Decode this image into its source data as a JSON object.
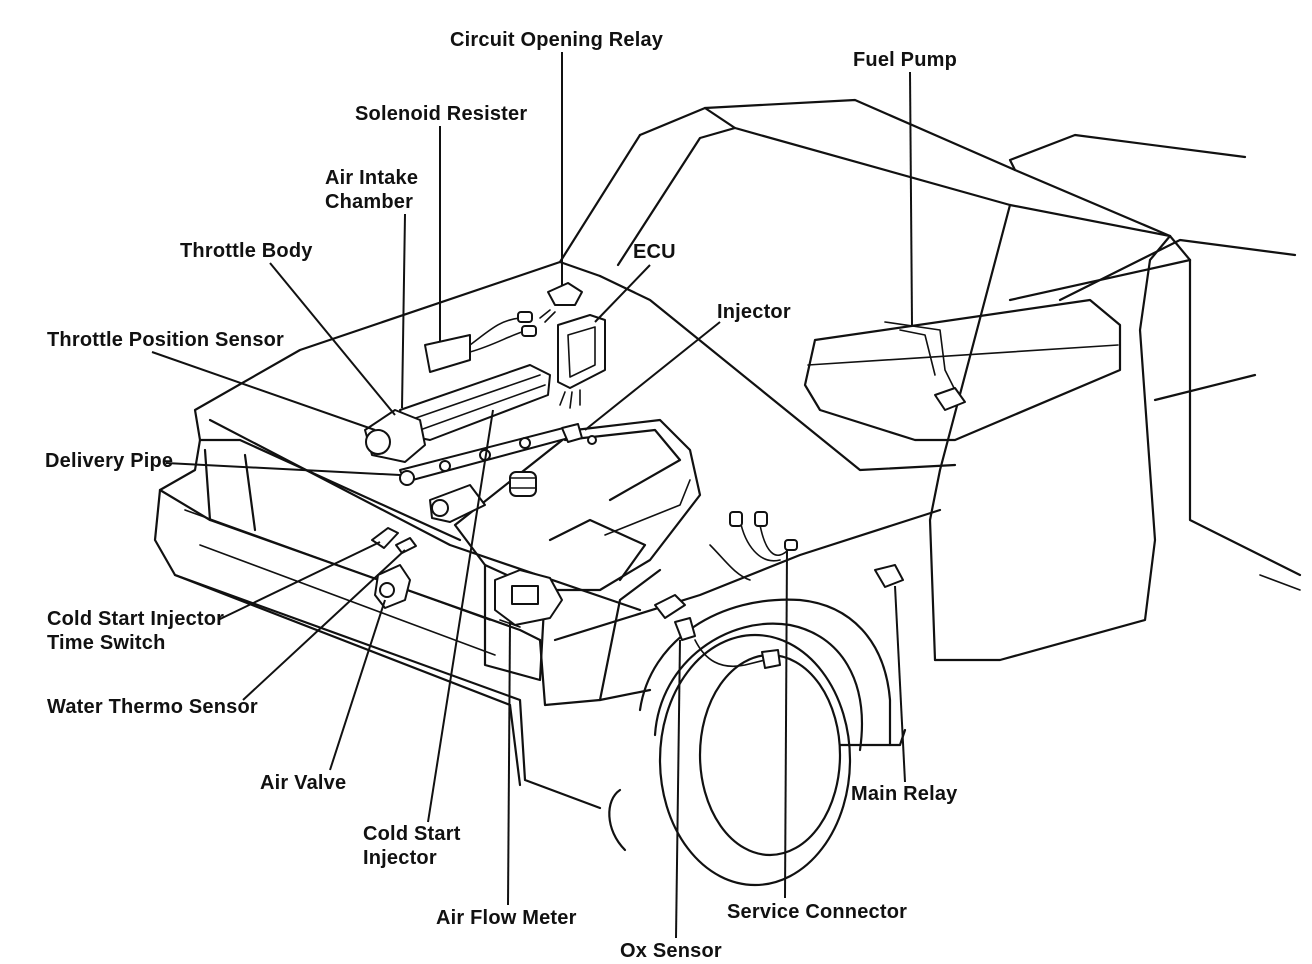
{
  "labels": {
    "circuit_opening_relay": "Circuit Opening Relay",
    "fuel_pump": "Fuel Pump",
    "solenoid_resister": "Solenoid Resister",
    "air_intake_chamber_1": "Air Intake",
    "air_intake_chamber_2": "Chamber",
    "throttle_body": "Throttle Body",
    "ecu": "ECU",
    "injector": "Injector",
    "throttle_position_sensor": "Throttle Position Sensor",
    "delivery_pipe": "Delivery Pipe",
    "cold_start_injector_time_switch_1": "Cold Start Injector",
    "cold_start_injector_time_switch_2": "Time Switch",
    "water_thermo_sensor": "Water Thermo Sensor",
    "air_valve": "Air Valve",
    "cold_start_injector_1": "Cold Start",
    "cold_start_injector_2": "Injector",
    "air_flow_meter": "Air Flow Meter",
    "ox_sensor": "Ox Sensor",
    "service_connector": "Service Connector",
    "main_relay": "Main Relay"
  }
}
